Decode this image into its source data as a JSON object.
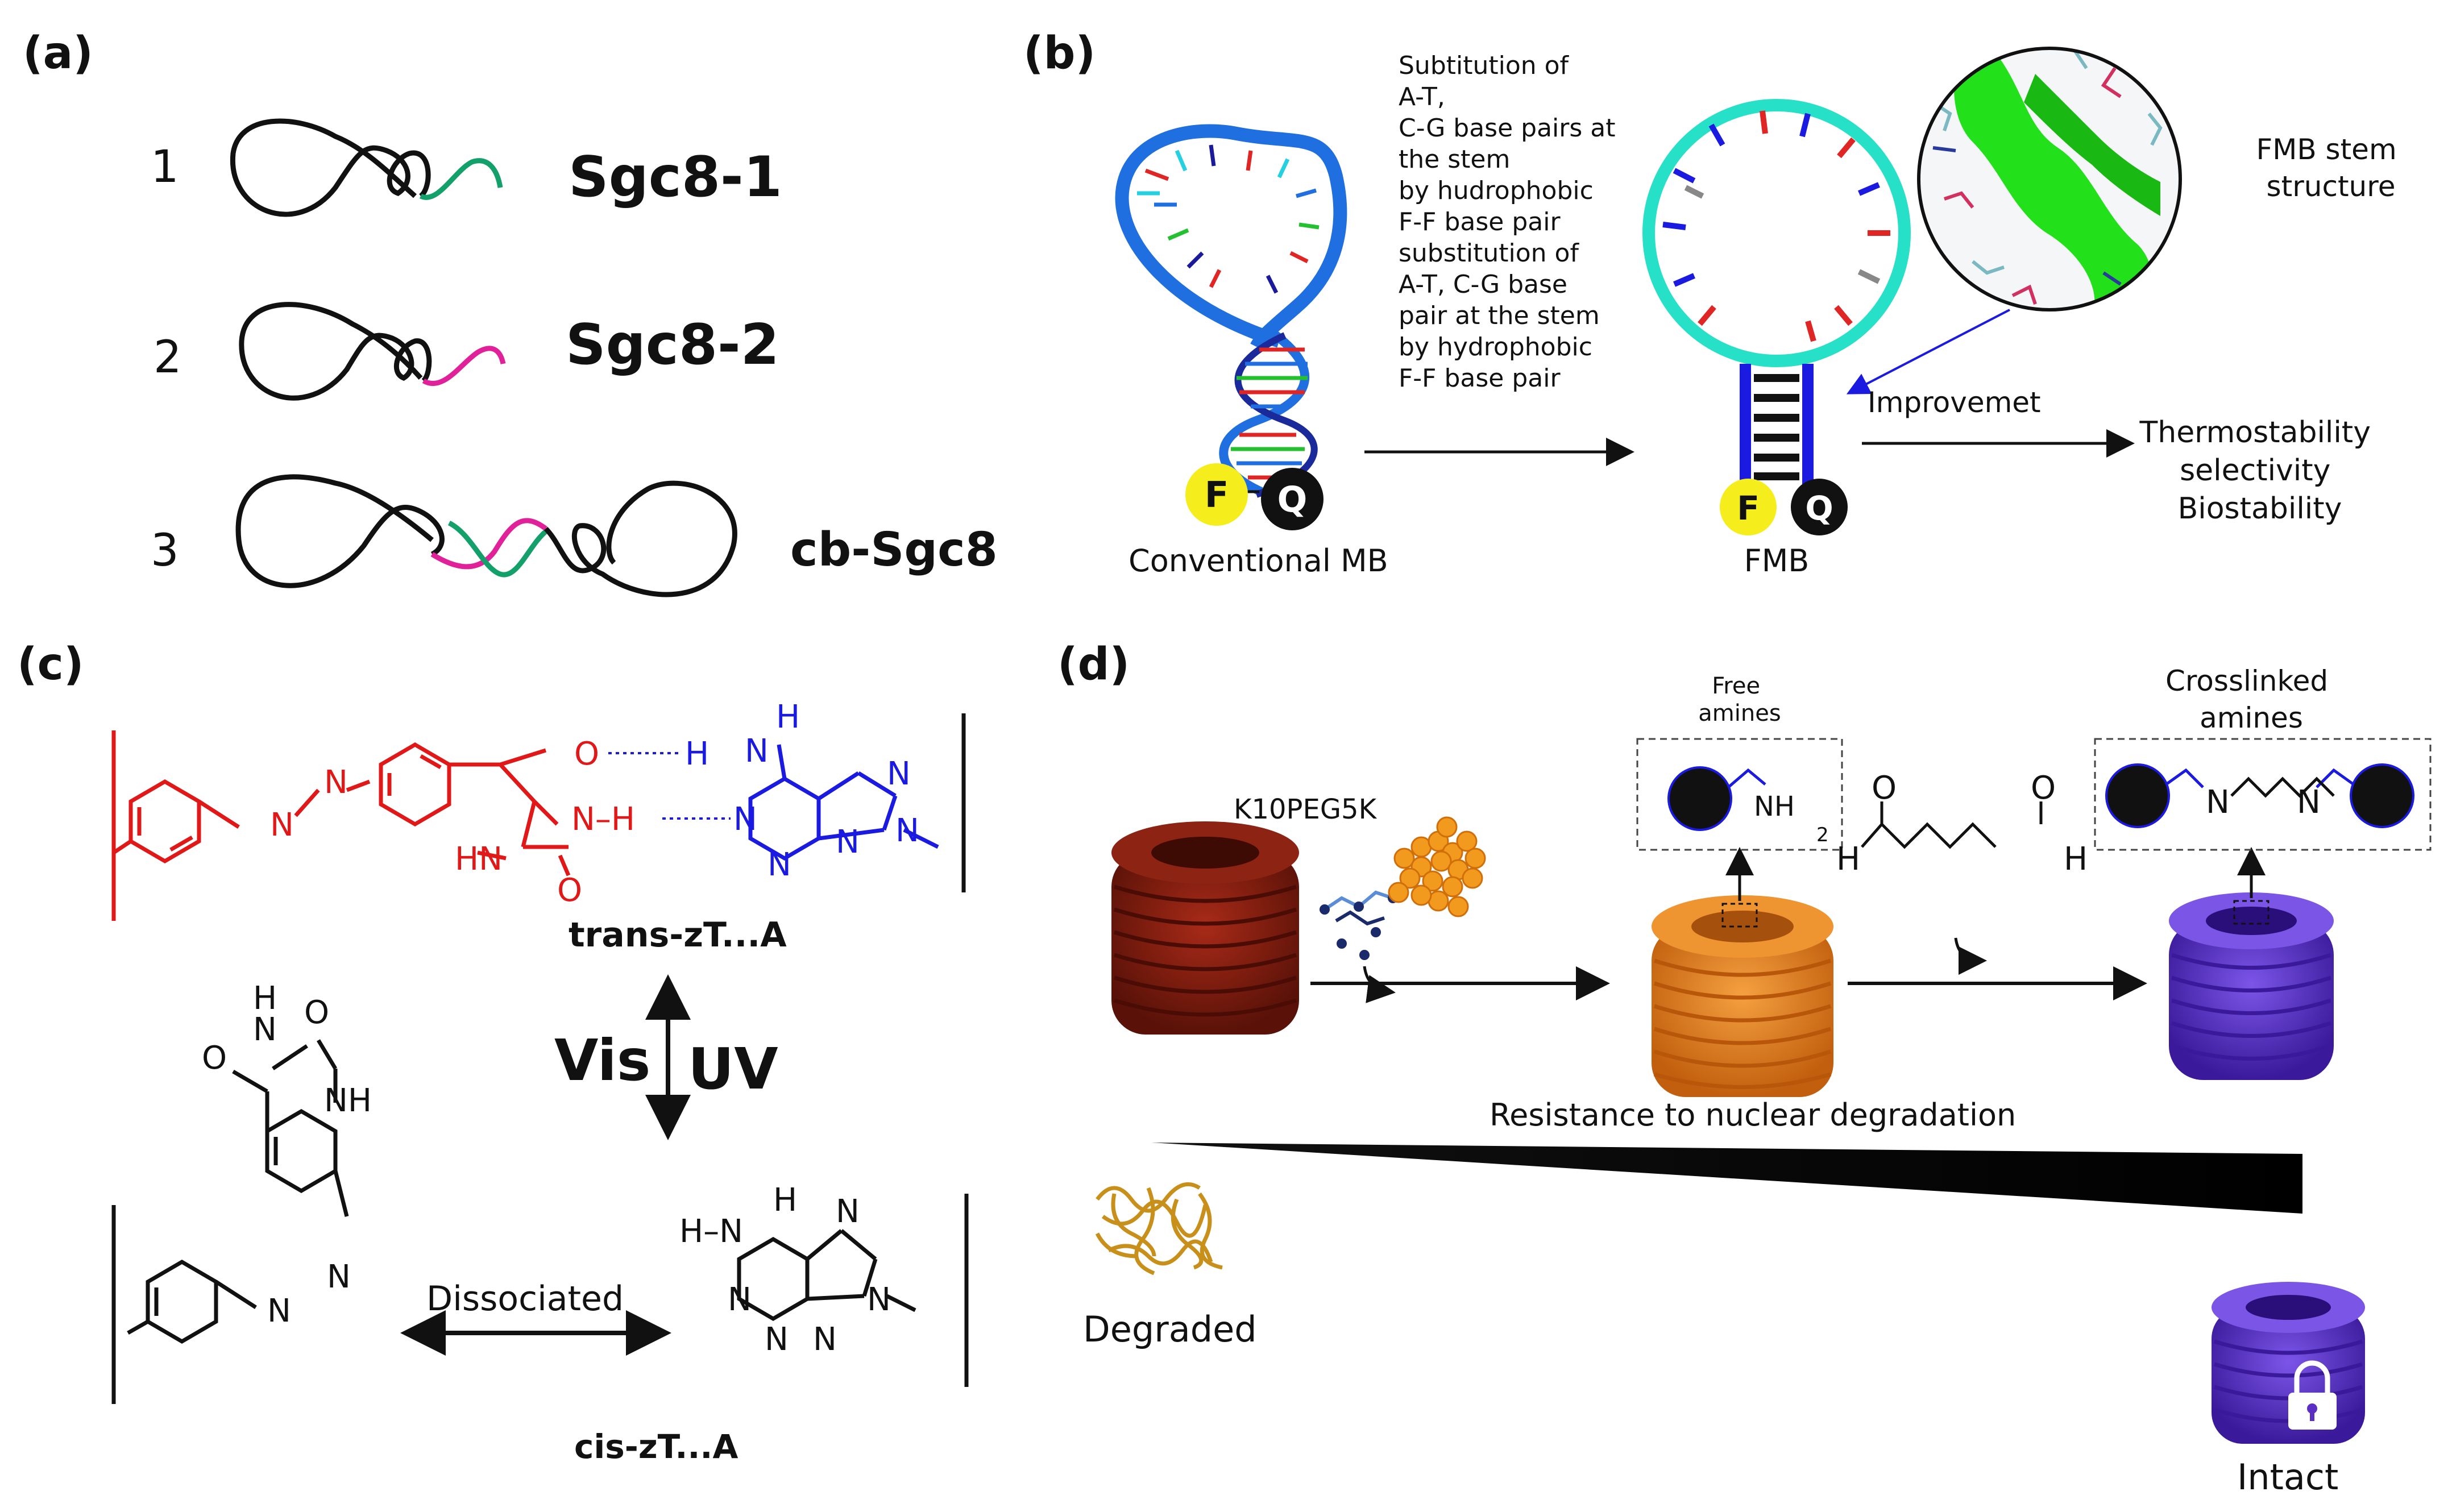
{
  "panels": {
    "a": "(a)",
    "b": "(b)",
    "c": "(c)",
    "d": "(d)"
  },
  "panel_a": {
    "items": [
      {
        "number": "1",
        "name": "Sgc8-1",
        "tail_color": "#13a06a"
      },
      {
        "number": "2",
        "name": "Sgc8-2",
        "tail_color": "#e0219a"
      },
      {
        "number": "3",
        "name": "cb-Sgc8"
      }
    ]
  },
  "panel_b": {
    "substitution_text": [
      "Subtitution of",
      "A-T,",
      "C-G base pairs at",
      "the stem",
      "by hudrophobic",
      "F-F base pair",
      "substitution of",
      "A-T, C-G base",
      "pair at the stem",
      "by hydrophobic",
      "F-F base pair"
    ],
    "conventional_label": "Conventional MB",
    "fmb_label": "FMB",
    "fluorophore": "F",
    "quencher": "Q",
    "improvement_label": "Improvemet",
    "outcomes": [
      "Thermostability",
      "selectivity",
      "Biostability"
    ],
    "structure_label": [
      "FMB stem",
      "structure"
    ],
    "colors": {
      "conventional_backbone": "#1f6fe0",
      "fmb_backbone": "#27e0c8",
      "fluorophore_fill": "#f5ee1c",
      "quencher_fill": "#111111"
    }
  },
  "panel_c": {
    "trans_label": "trans-zT...A",
    "cis_label": "cis-zT...A",
    "vis_label": "Vis",
    "uv_label": "UV",
    "dissociated_label": "Dissociated",
    "atoms": {
      "O": "O",
      "N": "N",
      "H": "H",
      "NH": "NH",
      "HN": "HN",
      "H_N": "H–N",
      "N_H": "N–H"
    },
    "colors": {
      "azo": "#e01818",
      "adenine": "#1a1ae0"
    }
  },
  "panel_d": {
    "linker_label": "K10PEG5K",
    "free_amines": [
      "Free",
      "amines"
    ],
    "crosslinked": [
      "Crosslinked",
      "amines"
    ],
    "amine_label": "NH",
    "amine_subscript": "2",
    "aldehyde_h": "H",
    "aldehyde_o": "O",
    "n_label": "N",
    "resistance_label": "Resistance to nuclear degradation",
    "degraded_label": "Degraded",
    "intact_label": "Intact",
    "colors": {
      "degraded_origami": "#7a1a0e",
      "coated_origami": "#e8821e",
      "crosslinked_origami": "#5b2fc4",
      "peg_beads": "#f29a1e"
    }
  }
}
